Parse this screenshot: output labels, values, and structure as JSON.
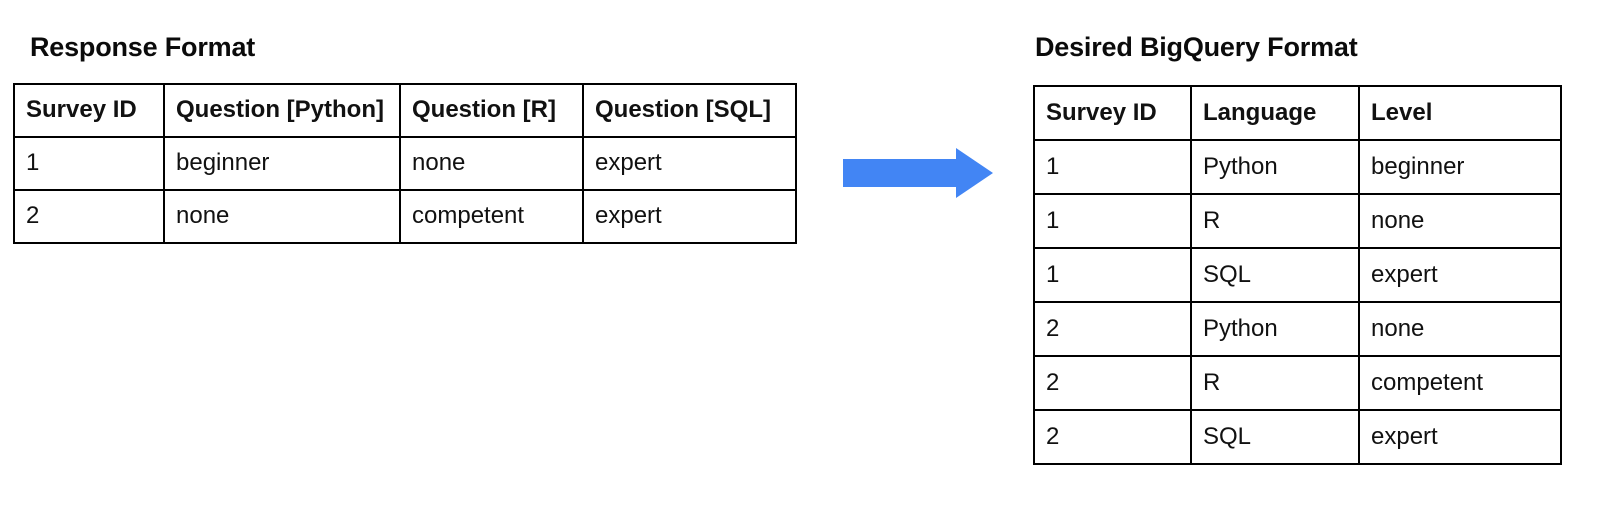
{
  "left_panel": {
    "title": "Response Format",
    "table": {
      "headers": [
        "Survey ID",
        "Question [Python]",
        "Question [R]",
        "Question [SQL]"
      ],
      "rows": [
        [
          "1",
          "beginner",
          "none",
          "expert"
        ],
        [
          "2",
          "none",
          "competent",
          "expert"
        ]
      ]
    }
  },
  "right_panel": {
    "title": "Desired BigQuery Format",
    "table": {
      "headers": [
        "Survey ID",
        "Language",
        "Level"
      ],
      "rows": [
        [
          "1",
          "Python",
          "beginner"
        ],
        [
          "1",
          "R",
          "none"
        ],
        [
          "1",
          "SQL",
          "expert"
        ],
        [
          "2",
          "Python",
          "none"
        ],
        [
          "2",
          "R",
          "competent"
        ],
        [
          "2",
          "SQL",
          "expert"
        ]
      ]
    }
  },
  "arrow": {
    "icon": "right-arrow-icon",
    "color": "#4285f4"
  },
  "colors": {
    "background": "#ffffff",
    "text": "#111111",
    "border": "#000000",
    "accent": "#4285f4"
  }
}
